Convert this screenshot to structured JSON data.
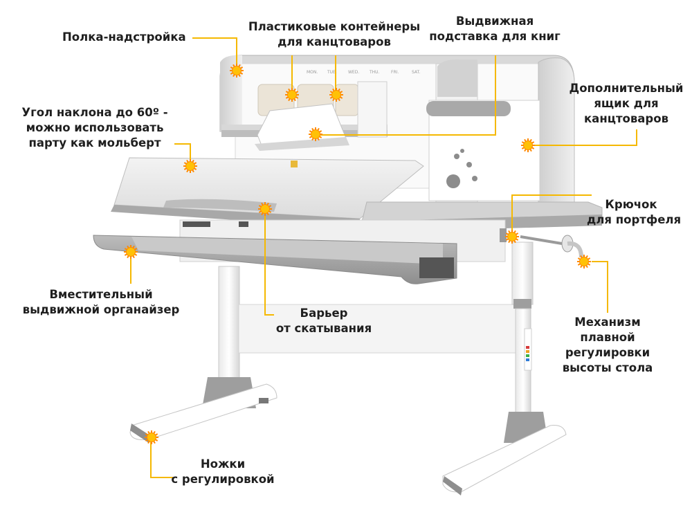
{
  "labels": {
    "shelf": "Полка-надстройка",
    "containers": [
      "Пластиковые контейнеры",
      "для канцтоваров"
    ],
    "book_stand": [
      "Выдвижная",
      "подставка для книг"
    ],
    "extra_drawer": [
      "Дополнительный",
      "ящик для",
      "канцтоваров"
    ],
    "tilt": [
      "Угол наклона до 60º -",
      "можно использовать",
      "парту как мольберт"
    ],
    "hook": [
      "Крючок",
      "для портфеля"
    ],
    "organizer": [
      "Вместительный",
      "выдвижной органайзер"
    ],
    "barrier": [
      "Барьер",
      "от скатывания"
    ],
    "height_mechanism": [
      "Механизм",
      "плавной",
      "регулировки",
      "высоты стола"
    ],
    "legs": [
      "Ножки",
      "с регулировкой"
    ]
  },
  "product_print": {
    "weekdays": [
      "MON.",
      "TUE.",
      "WED.",
      "THU.",
      "FRI.",
      "SAT."
    ]
  },
  "colors": {
    "accent": "#f5b800",
    "marker_fill": "#ffc107",
    "marker_ray": "#ff8a00",
    "desk_gray": "#a8a8a8",
    "desk_white": "#f4f4f4",
    "text": "#1f1f1f"
  }
}
